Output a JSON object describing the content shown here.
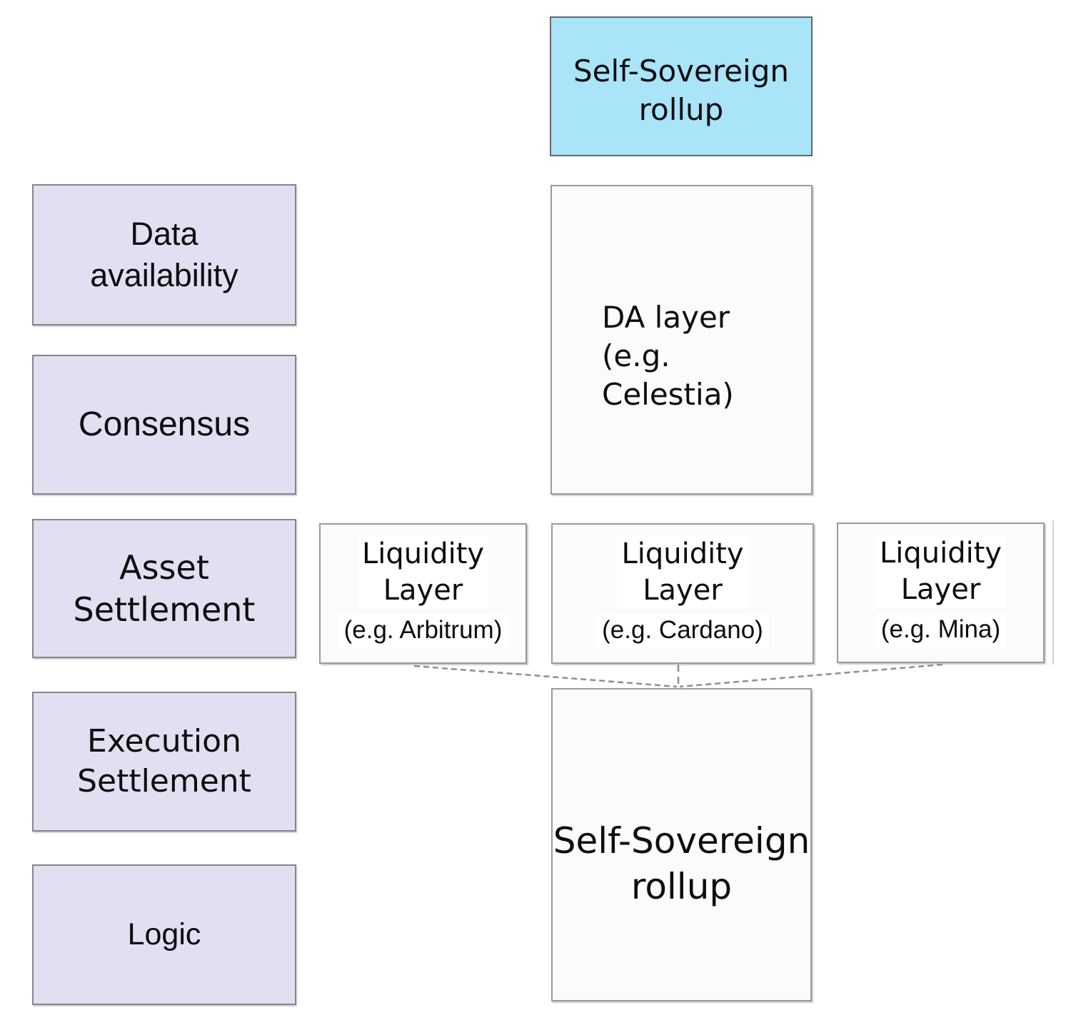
{
  "diagram": {
    "colors": {
      "lavender": "#e3dff2",
      "cyan": "#a9e4f9",
      "white_box": "#fbfbfb",
      "box_border": "#858585",
      "dash_line": "#8f8f8f",
      "text": "#0d0d0d"
    },
    "left_column": [
      {
        "label": "Data\navailability"
      },
      {
        "label": "Consensus"
      },
      {
        "label": "Asset\nSettlement"
      },
      {
        "label": "Execution\nSettlement"
      },
      {
        "label": "Logic"
      }
    ],
    "top_box": {
      "label": "Self-Sovereign\nrollup"
    },
    "da_box": {
      "label": "DA layer\n(e.g. Celestia)"
    },
    "liquidity_boxes": [
      {
        "title": "Liquidity\nLayer",
        "example": "(e.g. Arbitrum)"
      },
      {
        "title": "Liquidity\nLayer",
        "example": "(e.g. Cardano)"
      },
      {
        "title": "Liquidity\nLayer",
        "example": "(e.g. Mina)"
      }
    ],
    "bottom_box": {
      "label": "Self-Sovereign\nrollup"
    }
  }
}
